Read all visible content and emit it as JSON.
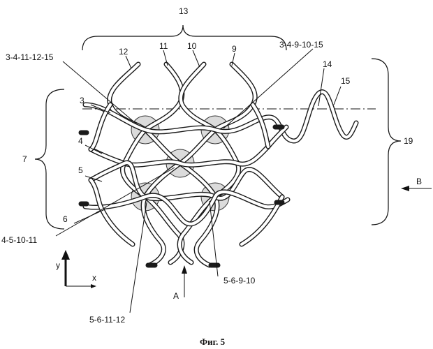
{
  "labels": {
    "l13": "13",
    "l12": "12",
    "l11": "11",
    "l10": "10",
    "l9": "9",
    "n1": "3-4-11-12-15",
    "n2": "3-4-9-10-15",
    "l14": "14",
    "l15": "15",
    "l3": "3",
    "l4": "4",
    "l5": "5",
    "l6": "6",
    "l7": "7",
    "l19": "19",
    "lB": "B",
    "n3": "4-5-10-11",
    "n4": "5-6-9-10",
    "n5": "5-6-11-12",
    "ly": "y",
    "lx": "x",
    "lA": "A",
    "caption": "Фиг. 5"
  }
}
